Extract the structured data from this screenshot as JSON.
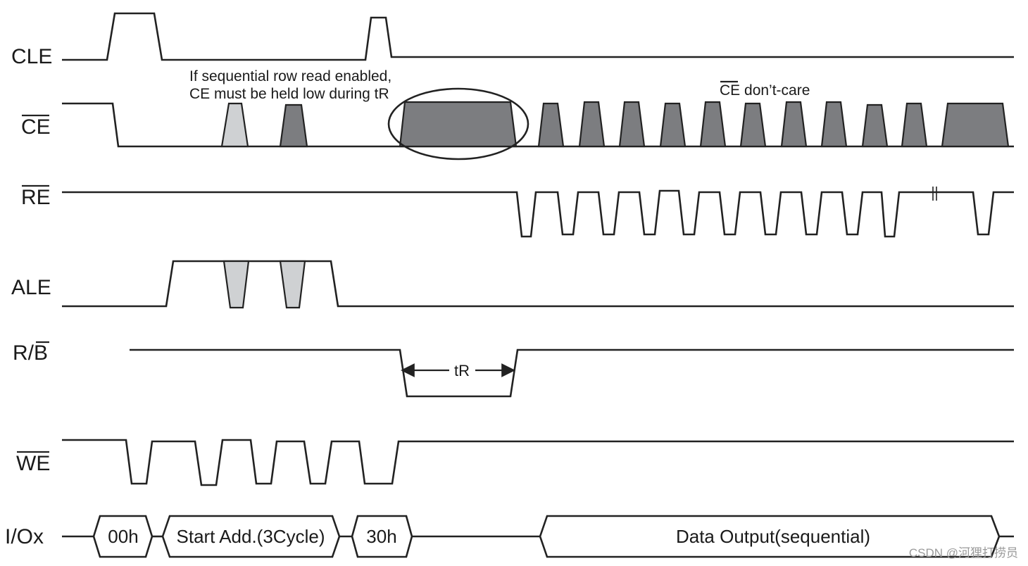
{
  "signals": {
    "cle": "CLE",
    "ce": "CE",
    "re": "RE",
    "ale": "ALE",
    "rb_r": "R/",
    "rb_b": "B",
    "we": "WE",
    "io": "I/Ox"
  },
  "annotations": {
    "seq_line1": "If sequential row read enabled,",
    "seq_line2": "CE must be held low during tR",
    "ce_dont_care_ce": "CE",
    "ce_dont_care_rest": " don’t-care",
    "tr": "tR"
  },
  "io_bus": {
    "cmd1": "00h",
    "address": "Start Add.(3Cycle)",
    "cmd2": "30h",
    "data": "Data Output(sequential)"
  },
  "watermark": "CSDN @河狸打捞员",
  "colors": {
    "dark_fill": "#7c7d80",
    "light_fill": "#cfd1d3",
    "line": "#222222"
  }
}
